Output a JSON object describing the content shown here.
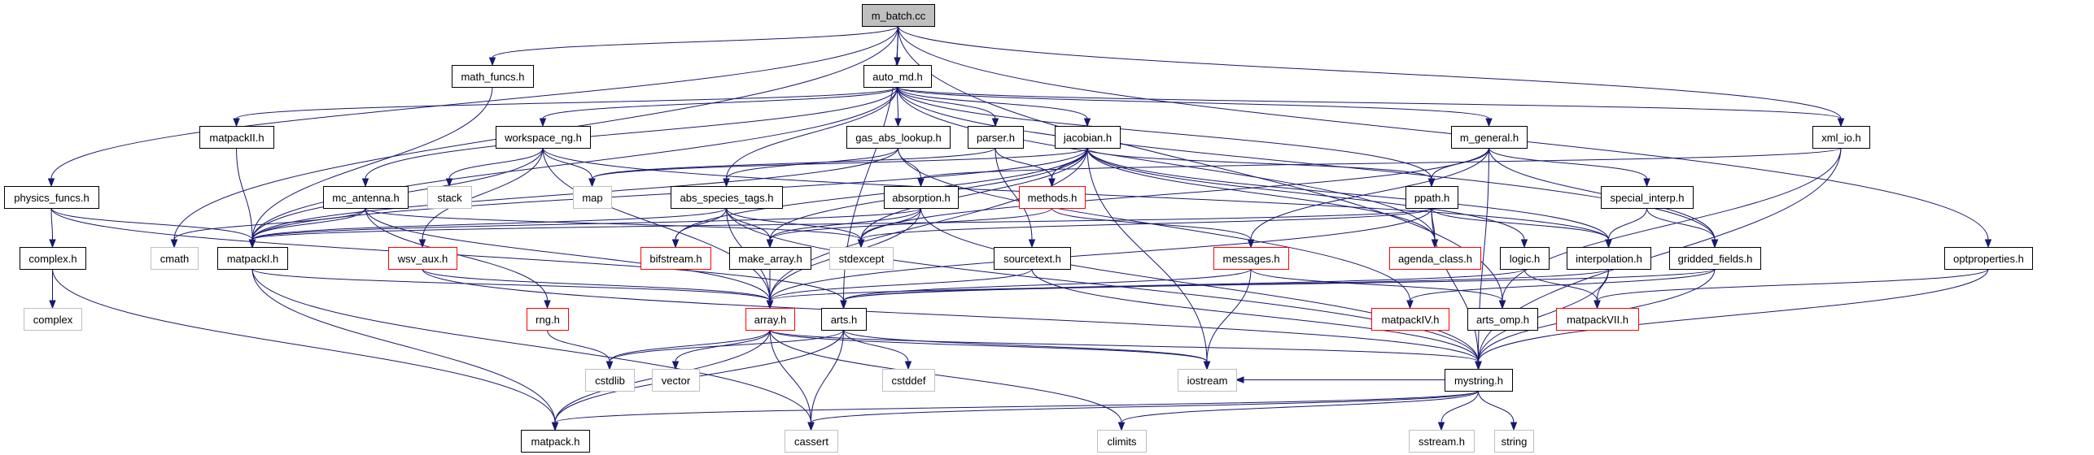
{
  "title": "m_batch.cc",
  "colors": {
    "edge": "#191970",
    "root_fill": "#bfbfbf",
    "normal_border": "#000000",
    "external_border": "#bfbfbf",
    "truncated_border": "#ff0000"
  },
  "legend_kinds": [
    "root",
    "normal",
    "external",
    "truncated"
  ],
  "nodes": [
    {
      "id": "m_batch_cc",
      "label": "m_batch.cc",
      "kind": "root"
    },
    {
      "id": "auto_md_h",
      "label": "auto_md.h",
      "kind": "normal"
    },
    {
      "id": "math_funcs_h",
      "label": "math_funcs.h",
      "kind": "normal"
    },
    {
      "id": "matpackII_h",
      "label": "matpackII.h",
      "kind": "normal"
    },
    {
      "id": "workspace_ng_h",
      "label": "workspace_ng.h",
      "kind": "normal"
    },
    {
      "id": "gas_abs_lookup_h",
      "label": "gas_abs_lookup.h",
      "kind": "normal"
    },
    {
      "id": "parser_h",
      "label": "parser.h",
      "kind": "normal"
    },
    {
      "id": "jacobian_h",
      "label": "jacobian.h",
      "kind": "normal"
    },
    {
      "id": "m_general_h",
      "label": "m_general.h",
      "kind": "normal"
    },
    {
      "id": "xml_io_h",
      "label": "xml_io.h",
      "kind": "normal"
    },
    {
      "id": "physics_funcs_h",
      "label": "physics_funcs.h",
      "kind": "normal"
    },
    {
      "id": "mc_antenna_h",
      "label": "mc_antenna.h",
      "kind": "normal"
    },
    {
      "id": "stack",
      "label": "stack",
      "kind": "external"
    },
    {
      "id": "map",
      "label": "map",
      "kind": "external"
    },
    {
      "id": "abs_species_tags_h",
      "label": "abs_species_tags.h",
      "kind": "normal"
    },
    {
      "id": "absorption_h",
      "label": "absorption.h",
      "kind": "normal"
    },
    {
      "id": "methods_h",
      "label": "methods.h",
      "kind": "truncated"
    },
    {
      "id": "ppath_h",
      "label": "ppath.h",
      "kind": "normal"
    },
    {
      "id": "special_interp_h",
      "label": "special_interp.h",
      "kind": "normal"
    },
    {
      "id": "complex_h",
      "label": "complex.h",
      "kind": "normal"
    },
    {
      "id": "cmath",
      "label": "cmath",
      "kind": "external"
    },
    {
      "id": "matpackI_h",
      "label": "matpackI.h",
      "kind": "normal"
    },
    {
      "id": "wsv_aux_h",
      "label": "wsv_aux.h",
      "kind": "truncated"
    },
    {
      "id": "bifstream_h",
      "label": "bifstream.h",
      "kind": "truncated"
    },
    {
      "id": "make_array_h",
      "label": "make_array.h",
      "kind": "normal"
    },
    {
      "id": "stdexcept",
      "label": "stdexcept",
      "kind": "external"
    },
    {
      "id": "sourcetext_h",
      "label": "sourcetext.h",
      "kind": "normal"
    },
    {
      "id": "messages_h",
      "label": "messages.h",
      "kind": "truncated"
    },
    {
      "id": "agenda_class_h",
      "label": "agenda_class.h",
      "kind": "truncated"
    },
    {
      "id": "logic_h",
      "label": "logic.h",
      "kind": "normal"
    },
    {
      "id": "interpolation_h",
      "label": "interpolation.h",
      "kind": "normal"
    },
    {
      "id": "gridded_fields_h",
      "label": "gridded_fields.h",
      "kind": "normal"
    },
    {
      "id": "optproperties_h",
      "label": "optproperties.h",
      "kind": "normal"
    },
    {
      "id": "complex",
      "label": "complex",
      "kind": "external"
    },
    {
      "id": "rng_h",
      "label": "rng.h",
      "kind": "truncated"
    },
    {
      "id": "array_h",
      "label": "array.h",
      "kind": "truncated"
    },
    {
      "id": "arts_h",
      "label": "arts.h",
      "kind": "normal"
    },
    {
      "id": "matpackIV_h",
      "label": "matpackIV.h",
      "kind": "truncated"
    },
    {
      "id": "arts_omp_h",
      "label": "arts_omp.h",
      "kind": "normal"
    },
    {
      "id": "matpackVII_h",
      "label": "matpackVII.h",
      "kind": "truncated"
    },
    {
      "id": "cstdlib",
      "label": "cstdlib",
      "kind": "external"
    },
    {
      "id": "vector",
      "label": "vector",
      "kind": "external"
    },
    {
      "id": "cstddef",
      "label": "cstddef",
      "kind": "external"
    },
    {
      "id": "iostream",
      "label": "iostream",
      "kind": "external"
    },
    {
      "id": "mystring_h",
      "label": "mystring.h",
      "kind": "normal"
    },
    {
      "id": "matpack_h",
      "label": "matpack.h",
      "kind": "normal"
    },
    {
      "id": "cassert",
      "label": "cassert",
      "kind": "external"
    },
    {
      "id": "climits",
      "label": "climits",
      "kind": "external"
    },
    {
      "id": "sstream_h",
      "label": "sstream.h",
      "kind": "external"
    },
    {
      "id": "string",
      "label": "string",
      "kind": "external"
    }
  ],
  "edges": [
    [
      "m_batch_cc",
      "auto_md_h"
    ],
    [
      "m_batch_cc",
      "math_funcs_h"
    ],
    [
      "m_batch_cc",
      "physics_funcs_h"
    ],
    [
      "m_batch_cc",
      "cmath"
    ],
    [
      "m_batch_cc",
      "xml_io_h"
    ],
    [
      "m_batch_cc",
      "optproperties_h"
    ],
    [
      "m_batch_cc",
      "arts_h"
    ],
    [
      "m_batch_cc",
      "arts_omp_h"
    ],
    [
      "auto_md_h",
      "matpackII_h"
    ],
    [
      "auto_md_h",
      "workspace_ng_h"
    ],
    [
      "auto_md_h",
      "gas_abs_lookup_h"
    ],
    [
      "auto_md_h",
      "parser_h"
    ],
    [
      "auto_md_h",
      "jacobian_h"
    ],
    [
      "auto_md_h",
      "m_general_h"
    ],
    [
      "auto_md_h",
      "xml_io_h"
    ],
    [
      "auto_md_h",
      "abs_species_tags_h"
    ],
    [
      "auto_md_h",
      "matpackI_h"
    ],
    [
      "auto_md_h",
      "mc_antenna_h"
    ],
    [
      "auto_md_h",
      "gridded_fields_h"
    ],
    [
      "auto_md_h",
      "ppath_h"
    ],
    [
      "auto_md_h",
      "agenda_class_h"
    ],
    [
      "math_funcs_h",
      "matpackI_h"
    ],
    [
      "workspace_ng_h",
      "stack"
    ],
    [
      "workspace_ng_h",
      "map"
    ],
    [
      "workspace_ng_h",
      "wsv_aux_h"
    ],
    [
      "workspace_ng_h",
      "array_h"
    ],
    [
      "workspace_ng_h",
      "matpackI_h"
    ],
    [
      "workspace_ng_h",
      "interpolation_h"
    ],
    [
      "matpackII_h",
      "matpackI_h"
    ],
    [
      "physics_funcs_h",
      "complex_h"
    ],
    [
      "physics_funcs_h",
      "matpackI_h"
    ],
    [
      "physics_funcs_h",
      "arts_h"
    ],
    [
      "complex_h",
      "complex"
    ],
    [
      "complex_h",
      "matpack_h"
    ],
    [
      "mc_antenna_h",
      "cmath"
    ],
    [
      "mc_antenna_h",
      "matpackI_h"
    ],
    [
      "mc_antenna_h",
      "rng_h"
    ],
    [
      "mc_antenna_h",
      "array_h"
    ],
    [
      "mc_antenna_h",
      "stdexcept"
    ],
    [
      "gas_abs_lookup_h",
      "absorption_h"
    ],
    [
      "gas_abs_lookup_h",
      "abs_species_tags_h"
    ],
    [
      "gas_abs_lookup_h",
      "matpackI_h"
    ],
    [
      "gas_abs_lookup_h",
      "matpackIV_h"
    ],
    [
      "parser_h",
      "methods_h"
    ],
    [
      "parser_h",
      "sourcetext_h"
    ],
    [
      "parser_h",
      "map"
    ],
    [
      "jacobian_h",
      "methods_h"
    ],
    [
      "jacobian_h",
      "matpackI_h"
    ],
    [
      "jacobian_h",
      "make_array_h"
    ],
    [
      "jacobian_h",
      "bifstream_h"
    ],
    [
      "jacobian_h",
      "agenda_class_h"
    ],
    [
      "jacobian_h",
      "ppath_h"
    ],
    [
      "jacobian_h",
      "logic_h"
    ],
    [
      "jacobian_h",
      "interpolation_h"
    ],
    [
      "jacobian_h",
      "iostream"
    ],
    [
      "jacobian_h",
      "map"
    ],
    [
      "jacobian_h",
      "stdexcept"
    ],
    [
      "jacobian_h",
      "array_h"
    ],
    [
      "m_general_h",
      "ppath_h"
    ],
    [
      "m_general_h",
      "special_interp_h"
    ],
    [
      "m_general_h",
      "messages_h"
    ],
    [
      "m_general_h",
      "mystring_h"
    ],
    [
      "m_general_h",
      "stdexcept"
    ],
    [
      "m_general_h",
      "gridded_fields_h"
    ],
    [
      "xml_io_h",
      "absorption_h"
    ],
    [
      "xml_io_h",
      "mystring_h"
    ],
    [
      "xml_io_h",
      "arts_omp_h"
    ],
    [
      "abs_species_tags_h",
      "make_array_h"
    ],
    [
      "abs_species_tags_h",
      "bifstream_h"
    ],
    [
      "abs_species_tags_h",
      "stdexcept"
    ],
    [
      "abs_species_tags_h",
      "array_h"
    ],
    [
      "abs_species_tags_h",
      "matpackI_h"
    ],
    [
      "abs_species_tags_h",
      "mystring_h"
    ],
    [
      "absorption_h",
      "make_array_h"
    ],
    [
      "absorption_h",
      "stdexcept"
    ],
    [
      "absorption_h",
      "array_h"
    ],
    [
      "absorption_h",
      "matpackI_h"
    ],
    [
      "absorption_h",
      "mystring_h"
    ],
    [
      "methods_h",
      "make_array_h"
    ],
    [
      "methods_h",
      "messages_h"
    ],
    [
      "sourcetext_h",
      "mystring_h"
    ],
    [
      "sourcetext_h",
      "array_h"
    ],
    [
      "messages_h",
      "iostream"
    ],
    [
      "messages_h",
      "arts_h"
    ],
    [
      "messages_h",
      "arts_omp_h"
    ],
    [
      "ppath_h",
      "agenda_class_h"
    ],
    [
      "ppath_h",
      "interpolation_h"
    ],
    [
      "ppath_h",
      "array_h"
    ],
    [
      "ppath_h",
      "matpackI_h"
    ],
    [
      "ppath_h",
      "mystring_h"
    ],
    [
      "ppath_h",
      "stdexcept"
    ],
    [
      "special_interp_h",
      "interpolation_h"
    ],
    [
      "special_interp_h",
      "gridded_fields_h"
    ],
    [
      "logic_h",
      "matpackVII_h"
    ],
    [
      "logic_h",
      "arts_h"
    ],
    [
      "interpolation_h",
      "matpackVII_h"
    ],
    [
      "interpolation_h",
      "mystring_h"
    ],
    [
      "interpolation_h",
      "arts_h"
    ],
    [
      "gridded_fields_h",
      "mystring_h"
    ],
    [
      "gridded_fields_h",
      "matpackIV_h"
    ],
    [
      "gridded_fields_h",
      "array_h"
    ],
    [
      "optproperties_h",
      "matpackVII_h"
    ],
    [
      "optproperties_h",
      "mystring_h"
    ],
    [
      "matpackI_h",
      "array_h"
    ],
    [
      "matpackI_h",
      "matpack_h"
    ],
    [
      "matpackI_h",
      "cassert"
    ],
    [
      "wsv_aux_h",
      "array_h"
    ],
    [
      "wsv_aux_h",
      "mystring_h"
    ],
    [
      "rng_h",
      "cstdlib"
    ],
    [
      "make_array_h",
      "array_h"
    ],
    [
      "array_h",
      "cstdlib"
    ],
    [
      "array_h",
      "vector"
    ],
    [
      "array_h",
      "cassert"
    ],
    [
      "array_h",
      "matpack_h"
    ],
    [
      "array_h",
      "climits"
    ],
    [
      "array_h",
      "iostream"
    ],
    [
      "array_h",
      "mystring_h"
    ],
    [
      "arts_h",
      "cstdlib"
    ],
    [
      "arts_h",
      "cstddef"
    ],
    [
      "arts_h",
      "cassert"
    ],
    [
      "arts_h",
      "matpack_h"
    ],
    [
      "arts_h",
      "iostream"
    ],
    [
      "mystring_h",
      "sstream_h"
    ],
    [
      "mystring_h",
      "string"
    ],
    [
      "mystring_h",
      "matpack_h"
    ],
    [
      "mystring_h",
      "cassert"
    ],
    [
      "mystring_h",
      "climits"
    ],
    [
      "mystring_h",
      "iostream"
    ]
  ]
}
